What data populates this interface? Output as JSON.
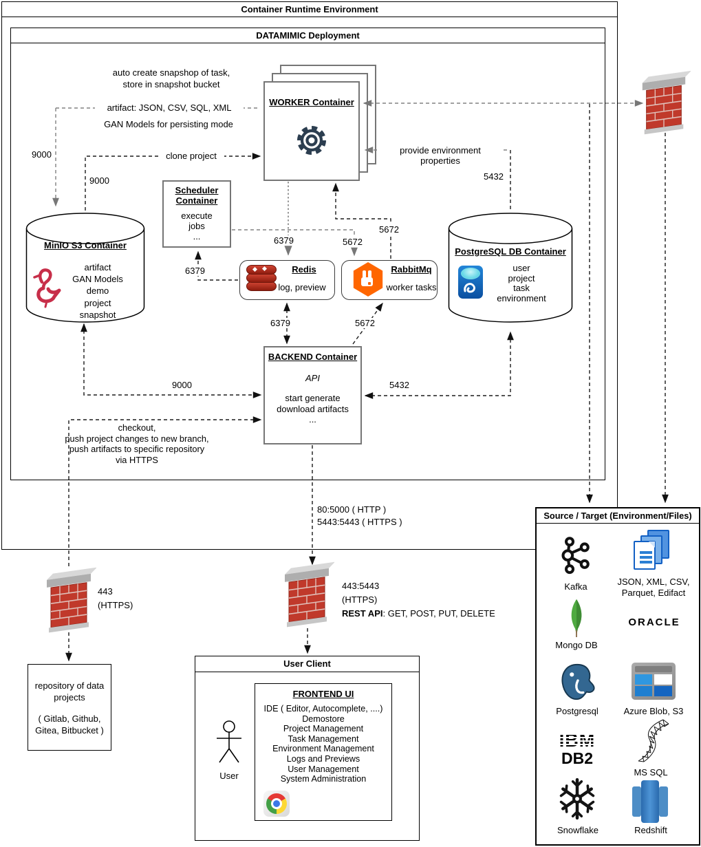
{
  "titles": {
    "outer": "Container Runtime Environment",
    "deployment": "DATAMIMIC Deployment"
  },
  "annotations": {
    "snapshot_line1": "auto create snapshop of task,",
    "snapshot_line2": "store in snapshot bucket",
    "artifact": "artifact: JSON, CSV, SQL, XML",
    "gan": "GAN Models for persisting mode",
    "clone": "clone project",
    "provide_env": "provide environment properties",
    "checkout_line1": "checkout,",
    "checkout_line2": "push project changes to new branch,",
    "checkout_line3": "push artifacts to specific repository",
    "checkout_line4": "via HTTPS",
    "http_port_line1": "80:5000 ( HTTP )",
    "http_port_line2": "5443:5443 ( HTTPS )"
  },
  "ports": {
    "minio_artifact": "9000",
    "minio_clone": "9000",
    "redis_worker": "6379",
    "rabbit_scheduler": "5672",
    "rabbit_worker": "5672",
    "postgres_env": "5432",
    "scheduler_redis": "6379",
    "redis_backend": "6379",
    "rabbit_backend": "5672",
    "minio_backend": "9000",
    "postgres_backend": "5432"
  },
  "worker": {
    "title": "WORKER Container"
  },
  "scheduler": {
    "title_line1": "Scheduler",
    "title_line2": "Container",
    "body": [
      "execute",
      "jobs",
      "..."
    ]
  },
  "minio": {
    "title": "MinIO S3 Container",
    "items": [
      "artifact",
      "GAN Models",
      "demo",
      "project",
      "snapshot"
    ]
  },
  "redis": {
    "title": "Redis",
    "desc": "log, preview"
  },
  "rabbitmq": {
    "title": "RabbitMq",
    "desc": "worker tasks"
  },
  "postgres": {
    "title": "PostgreSQL DB Container",
    "items": [
      "user",
      "project",
      "task",
      "environment"
    ]
  },
  "backend": {
    "title": "BACKEND Container",
    "subtitle": "API",
    "body": [
      "start generate",
      "download artifacts",
      "..."
    ]
  },
  "firewalls": {
    "left": {
      "line1": "443",
      "line2": "(HTTPS)"
    },
    "middle": {
      "line1": "443:5443",
      "line2": "(HTTPS)",
      "rest_label": "REST API",
      "rest_methods": ": GET, POST, PUT, DELETE"
    }
  },
  "repository": {
    "line1": "repository of data",
    "line2": "projects",
    "line3": "( Gitlab, Github,",
    "line4": "Gitea, Bitbucket )"
  },
  "user_client": {
    "title": "User Client",
    "user_label": "User"
  },
  "frontend": {
    "title": "FRONTEND UI",
    "features": [
      "IDE ( Editor, Autocomplete, ....)",
      "Demostore",
      "Project Management",
      "Task Management",
      "Environment Management",
      "Logs and Previews",
      "User Management",
      "System Administration"
    ]
  },
  "source_target": {
    "title": "Source / Target (Environment/Files)",
    "items": {
      "kafka": "Kafka",
      "files_line1": "JSON, XML, CSV,",
      "files_line2": "Parquet, Edifact",
      "mongo": "Mongo DB",
      "oracle": "ORACLE",
      "postgres": "Postgresql",
      "azure": "Azure Blob, S3",
      "ibm": "IBM",
      "db2": "DB2",
      "mssql": "MS SQL",
      "snowflake": "Snowflake",
      "redshift": "Redshift"
    }
  },
  "colors": {
    "minio_red": "#C72E49",
    "redis_red": "#A41E11",
    "rabbitmq_orange": "#FF6600",
    "postgres_blue": "#336791",
    "firewall_brick": "#C0392B",
    "mongo_green": "#4FAA41",
    "doc_blue": "#1E88E5",
    "azure_blue": "#1565C0",
    "redshift_blue": "#2E73B8"
  }
}
